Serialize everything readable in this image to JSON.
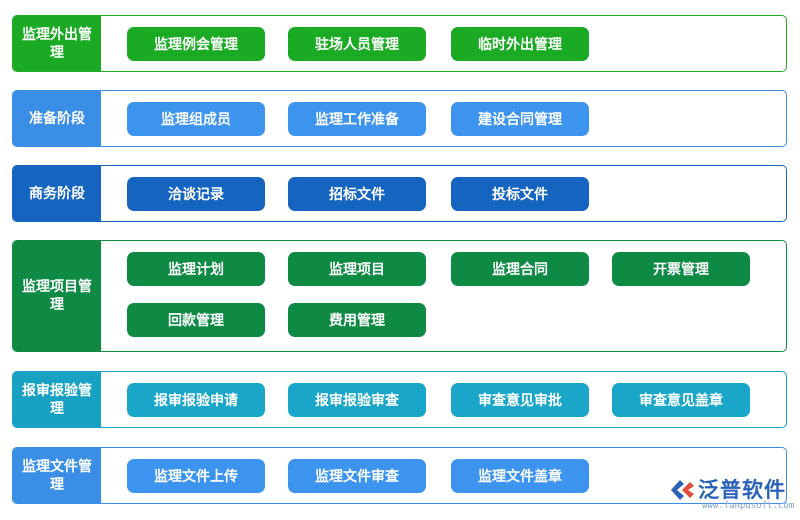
{
  "rows": [
    {
      "label": "监理外出管理",
      "label_color": "#1aaa23",
      "border_color": "#22aa2a",
      "button_color": "#1aaa23",
      "buttons": [
        "监理例会管理",
        "驻场人员管理",
        "临时外出管理"
      ]
    },
    {
      "label": "准备阶段",
      "label_color": "#3a8ee6",
      "border_color": "#3a8ee6",
      "button_color": "#3d94ee",
      "buttons": [
        "监理组成员",
        "监理工作准备",
        "建设合同管理"
      ]
    },
    {
      "label": "商务阶段",
      "label_color": "#1565c0",
      "border_color": "#1565c0",
      "button_color": "#1565c0",
      "buttons": [
        "洽谈记录",
        "招标文件",
        "投标文件"
      ]
    },
    {
      "label": "监理项目管理",
      "label_color": "#0e8a44",
      "border_color": "#0e8a44",
      "button_color": "#0e8a44",
      "buttons": [
        "监理计划",
        "监理项目",
        "监理合同",
        "开票管理",
        "回款管理",
        "费用管理"
      ]
    },
    {
      "label": "报审报验管理",
      "label_color": "#17a2c4",
      "border_color": "#17a2c4",
      "button_color": "#1aa6c8",
      "buttons": [
        "报审报验申请",
        "报审报验审查",
        "审查意见审批",
        "审查意见盖章"
      ]
    },
    {
      "label": "监理文件管理",
      "label_color": "#3a8ee6",
      "border_color": "#3a8ee6",
      "button_color": "#3d94ee",
      "buttons": [
        "监理文件上传",
        "监理文件审查",
        "监理文件盖章"
      ]
    }
  ],
  "logo": {
    "text": "泛普软件",
    "url": "www.fanpusoft.com",
    "icon": "fanpu-logo-icon",
    "color": "#2a62b8"
  }
}
